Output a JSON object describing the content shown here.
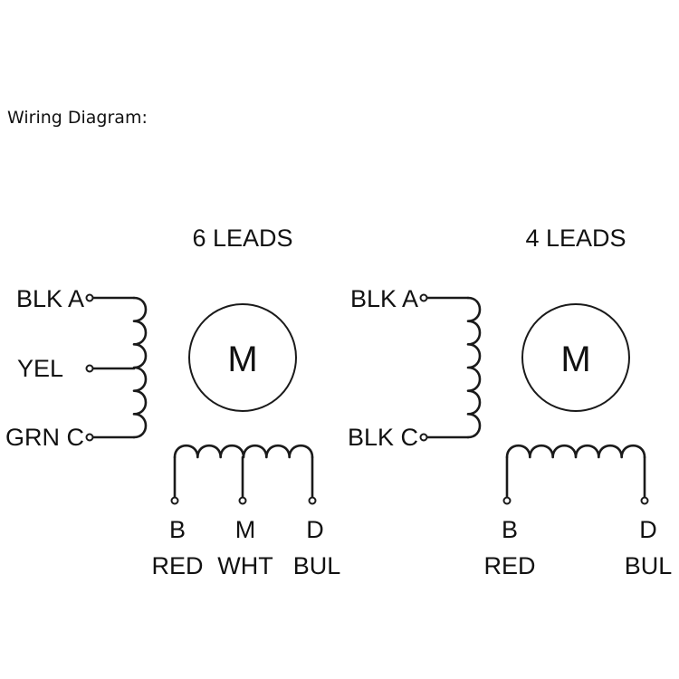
{
  "title": "Wiring Diagram:",
  "diagrams": [
    {
      "heading": "6 LEADS",
      "motor_label": "M",
      "phase_a": {
        "coil_turns": 6,
        "leads": [
          {
            "label": "BLK A",
            "position": "start"
          },
          {
            "label": "YEL",
            "position": "center-tap"
          },
          {
            "label": "GRN C",
            "position": "end"
          }
        ]
      },
      "phase_b": {
        "coil_turns": 6,
        "leads": [
          {
            "pin": "B",
            "color": "RED",
            "position": "start"
          },
          {
            "pin": "M",
            "color": "WHT",
            "position": "center-tap"
          },
          {
            "pin": "D",
            "color": "BUL",
            "position": "end"
          }
        ]
      }
    },
    {
      "heading": "4 LEADS",
      "motor_label": "M",
      "phase_a": {
        "coil_turns": 6,
        "leads": [
          {
            "label": "BLK A",
            "position": "start"
          },
          {
            "label": "BLK C",
            "position": "end"
          }
        ]
      },
      "phase_b": {
        "coil_turns": 6,
        "leads": [
          {
            "pin": "B",
            "color": "RED",
            "position": "start"
          },
          {
            "pin": "D",
            "color": "BUL",
            "position": "end"
          }
        ]
      }
    }
  ]
}
